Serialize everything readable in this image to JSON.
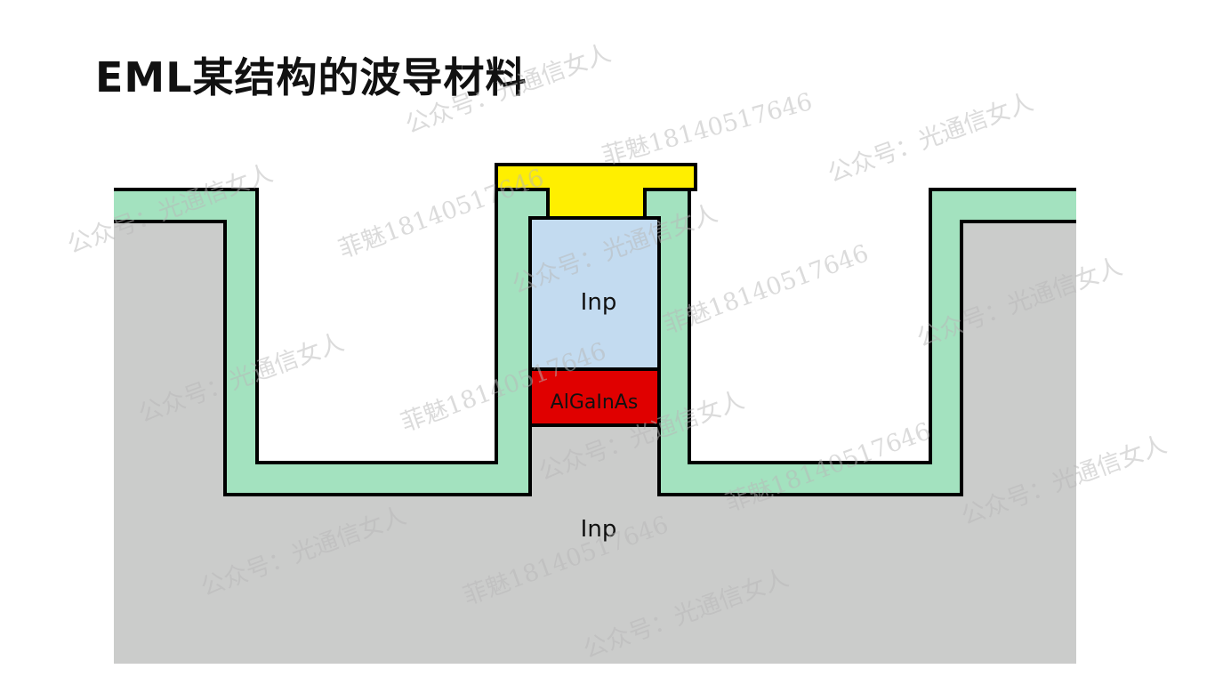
{
  "title": "EML某结构的波导材料",
  "diagram": {
    "labels": {
      "cladding_upper": "Inp",
      "active_layer": "AlGaInAs",
      "substrate": "Inp"
    },
    "colors": {
      "substrate": "#cbcccb",
      "passivation": "#a3e2bf",
      "upper_cladding": "#c3dbf0",
      "active_layer": "#e00000",
      "contact_metal": "#ffef00",
      "outline": "#000000"
    }
  },
  "watermarks": [
    "公众号：光通信女人",
    "菲魅18140517646"
  ]
}
